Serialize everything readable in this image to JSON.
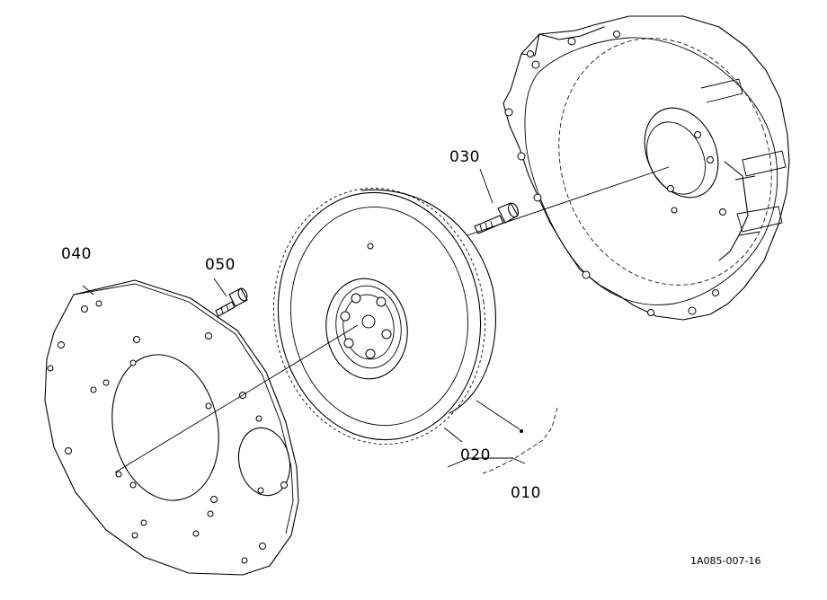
{
  "callouts": {
    "p010": "010",
    "p020": "020",
    "p030": "030",
    "p040": "040",
    "p050": "050"
  },
  "drawing_code": "1A085-007-16",
  "colors": {
    "line": "#000000",
    "background": "#ffffff"
  }
}
